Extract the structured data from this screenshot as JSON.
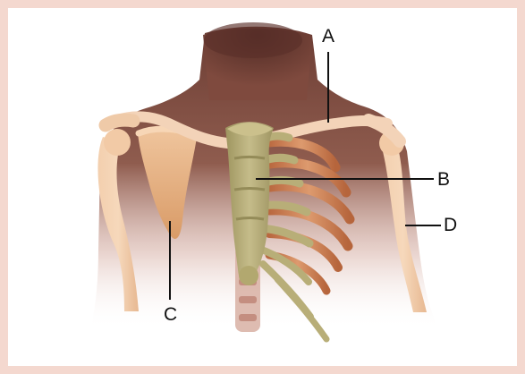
{
  "figure": {
    "labels": {
      "a": "A",
      "b": "B",
      "c": "C",
      "d": "D"
    }
  },
  "colors": {
    "border": "#f4d8cf",
    "background": "#ffffff",
    "bone": "#f1c7a0",
    "sternum": "#b7ad79",
    "rib_muscle": "#c97f55",
    "skin_shadow": "#6d4336"
  }
}
